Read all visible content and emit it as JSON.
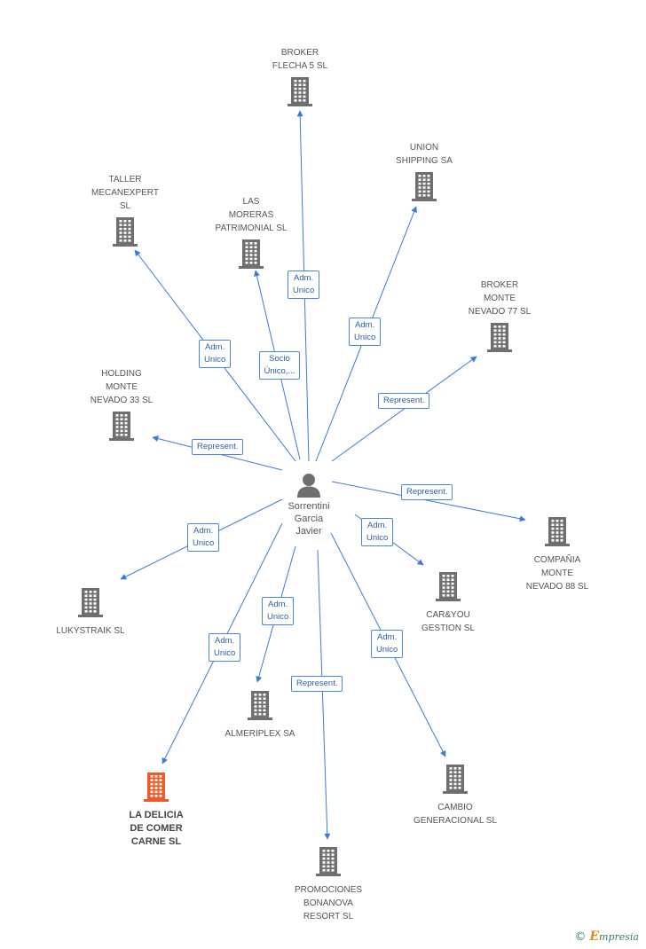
{
  "center": {
    "name_lines": [
      "Sorrentini",
      "Garcia",
      "Javier"
    ]
  },
  "nodes": [
    {
      "id": "broker5",
      "lines": [
        "BROKER",
        "FLECHA 5 SL"
      ],
      "highlight": false
    },
    {
      "id": "union",
      "lines": [
        "UNION",
        "SHIPPING SA"
      ],
      "highlight": false
    },
    {
      "id": "taller",
      "lines": [
        "TALLER",
        "MECANEXPERT",
        "SL"
      ],
      "highlight": false
    },
    {
      "id": "moreras",
      "lines": [
        "LAS",
        "MORERAS",
        "PATRIMONIAL SL"
      ],
      "highlight": false
    },
    {
      "id": "broker77",
      "lines": [
        "BROKER",
        "MONTE",
        "NEVADO 77 SL"
      ],
      "highlight": false
    },
    {
      "id": "holding",
      "lines": [
        "HOLDING",
        "MONTE",
        "NEVADO 33 SL"
      ],
      "highlight": false
    },
    {
      "id": "compania",
      "lines": [
        "COMPAÑIA",
        "MONTE",
        "NEVADO 88 SL"
      ],
      "highlight": false
    },
    {
      "id": "lukystraik",
      "lines": [
        "LUKYSTRAIK SL"
      ],
      "highlight": false
    },
    {
      "id": "caryou",
      "lines": [
        "CAR&YOU",
        "GESTION SL"
      ],
      "highlight": false
    },
    {
      "id": "almeriplex",
      "lines": [
        "ALMERIPLEX SA"
      ],
      "highlight": false
    },
    {
      "id": "cambio",
      "lines": [
        "CAMBIO",
        "GENERACIONAL SL"
      ],
      "highlight": false
    },
    {
      "id": "delicia",
      "lines": [
        "LA DELICIA",
        "DE COMER",
        "CARNE SL"
      ],
      "highlight": true
    },
    {
      "id": "promociones",
      "lines": [
        "PROMOCIONES",
        "BONANOVA",
        "RESORT SL"
      ],
      "highlight": false
    }
  ],
  "edges": [
    {
      "to": "broker5",
      "label": [
        "Adm.",
        "Unico"
      ]
    },
    {
      "to": "union",
      "label": [
        "Adm.",
        "Unico"
      ]
    },
    {
      "to": "taller",
      "label": [
        "Adm.",
        "Unico"
      ]
    },
    {
      "to": "moreras",
      "label": [
        "Socio",
        "Único,..."
      ]
    },
    {
      "to": "broker77",
      "label": [
        "Represent."
      ]
    },
    {
      "to": "holding",
      "label": [
        "Represent."
      ]
    },
    {
      "to": "compania",
      "label": [
        "Represent."
      ]
    },
    {
      "to": "lukystraik",
      "label": [
        "Adm.",
        "Unico"
      ]
    },
    {
      "to": "caryou",
      "label": [
        "Adm.",
        "Unico"
      ]
    },
    {
      "to": "almeriplex",
      "label": [
        "Adm.",
        "Unico"
      ]
    },
    {
      "to": "cambio",
      "label": [
        "Adm.",
        "Unico"
      ]
    },
    {
      "to": "delicia",
      "label": [
        "Adm.",
        "Unico"
      ]
    },
    {
      "to": "promociones",
      "label": [
        "Represent."
      ]
    }
  ],
  "colors": {
    "edge": "#3a7bd5",
    "building": "#6f6f6f",
    "highlight": "#f05a28",
    "person": "#6f6f6f"
  },
  "footer": {
    "copyright_symbol": "©",
    "brand_initial": "E",
    "brand_rest": "mpresia"
  }
}
